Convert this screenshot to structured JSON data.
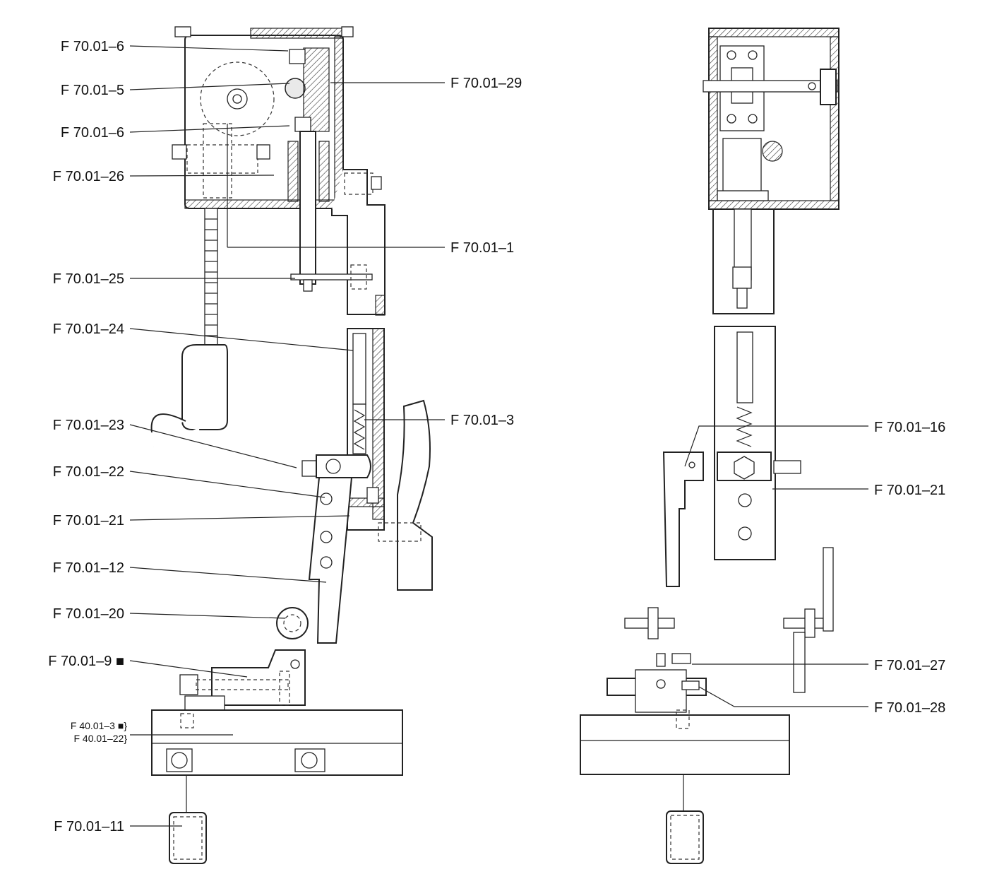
{
  "labels": {
    "left": {
      "l1": "F 70.01–6",
      "l2": "F 70.01–5",
      "l3": "F 70.01–6",
      "l4": "F 70.01–26",
      "l5": "F 70.01–25",
      "l6": "F 70.01–24",
      "l7": "F 70.01–23",
      "l8": "F 70.01–22",
      "l9": "F 70.01–21",
      "l10": "F 70.01–12",
      "l11": "F 70.01–20",
      "l12": "F 70.01–9 ■",
      "l13a": "F 40.01–3 ■}",
      "l13b": "F 40.01–22}",
      "l14": "F 70.01–11"
    },
    "middle": {
      "m1": "F 70.01–29",
      "m2": "F 70.01–1",
      "m3": "F 70.01–3"
    },
    "right": {
      "r1": "F 70.01–16",
      "r2": "F 70.01–21",
      "r3": "F 70.01–27",
      "r4": "F 70.01–28"
    }
  }
}
